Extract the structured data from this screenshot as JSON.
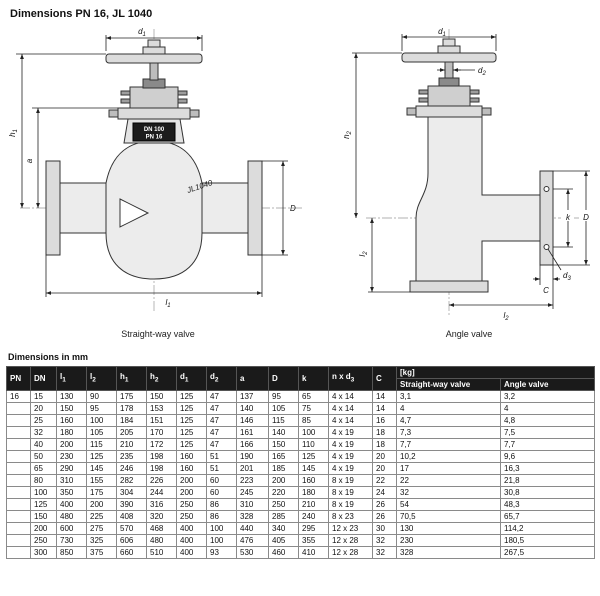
{
  "page": {
    "title": "Dimensions PN 16, JL 1040",
    "units_note": "Dimensions in mm"
  },
  "drawings": {
    "straight": {
      "caption": "Straight-way valve",
      "plate_line1": "DN 100",
      "plate_line2": "PN 16",
      "body_mark": "JL1040",
      "labels": {
        "d1": {
          "base": "d",
          "sub": "1"
        },
        "h1": {
          "base": "h",
          "sub": "1"
        },
        "a": {
          "base": "a",
          "sub": ""
        },
        "l1": {
          "base": "l",
          "sub": "1"
        },
        "D": {
          "base": "D",
          "sub": ""
        }
      }
    },
    "angle": {
      "caption": "Angle valve",
      "labels": {
        "d1": {
          "base": "d",
          "sub": "1"
        },
        "d2": {
          "base": "d",
          "sub": "2"
        },
        "h2": {
          "base": "h",
          "sub": "2"
        },
        "l2_side": {
          "base": "l",
          "sub": "2"
        },
        "l2_bottom": {
          "base": "l",
          "sub": "2"
        },
        "k": {
          "base": "k",
          "sub": ""
        },
        "D": {
          "base": "D",
          "sub": ""
        },
        "d3": {
          "base": "d",
          "sub": "3"
        },
        "C": {
          "base": "C",
          "sub": ""
        }
      }
    }
  },
  "table": {
    "columns": [
      {
        "base": "PN",
        "sub": ""
      },
      {
        "base": "DN",
        "sub": ""
      },
      {
        "base": "l",
        "sub": "1"
      },
      {
        "base": "l",
        "sub": "2"
      },
      {
        "base": "h",
        "sub": "1"
      },
      {
        "base": "h",
        "sub": "2"
      },
      {
        "base": "d",
        "sub": "1"
      },
      {
        "base": "d",
        "sub": "2"
      },
      {
        "base": "a",
        "sub": ""
      },
      {
        "base": "D",
        "sub": ""
      },
      {
        "base": "k",
        "sub": ""
      },
      {
        "base": "n x d",
        "sub": "3"
      },
      {
        "base": "C",
        "sub": ""
      },
      {
        "base": "[kg]",
        "sub": ""
      }
    ],
    "kg_subcolumns": [
      "Straight-way valve",
      "Angle valve"
    ],
    "rows": [
      [
        "16",
        "15",
        "130",
        "90",
        "175",
        "150",
        "125",
        "47",
        "137",
        "95",
        "65",
        "4 x 14",
        "14",
        "3,1",
        "3,2"
      ],
      [
        "",
        "20",
        "150",
        "95",
        "178",
        "153",
        "125",
        "47",
        "140",
        "105",
        "75",
        "4 x 14",
        "14",
        "4",
        "4"
      ],
      [
        "",
        "25",
        "160",
        "100",
        "184",
        "151",
        "125",
        "47",
        "146",
        "115",
        "85",
        "4 x 14",
        "16",
        "4,7",
        "4,8"
      ],
      [
        "",
        "32",
        "180",
        "105",
        "205",
        "170",
        "125",
        "47",
        "161",
        "140",
        "100",
        "4 x 19",
        "18",
        "7,3",
        "7,5"
      ],
      [
        "",
        "40",
        "200",
        "115",
        "210",
        "172",
        "125",
        "47",
        "166",
        "150",
        "110",
        "4 x 19",
        "18",
        "7,7",
        "7,7"
      ],
      [
        "",
        "50",
        "230",
        "125",
        "235",
        "198",
        "160",
        "51",
        "190",
        "165",
        "125",
        "4 x 19",
        "20",
        "10,2",
        "9,6"
      ],
      [
        "",
        "65",
        "290",
        "145",
        "246",
        "198",
        "160",
        "51",
        "201",
        "185",
        "145",
        "4 x 19",
        "20",
        "17",
        "16,3"
      ],
      [
        "",
        "80",
        "310",
        "155",
        "282",
        "226",
        "200",
        "60",
        "223",
        "200",
        "160",
        "8 x 19",
        "22",
        "22",
        "21,8"
      ],
      [
        "",
        "100",
        "350",
        "175",
        "304",
        "244",
        "200",
        "60",
        "245",
        "220",
        "180",
        "8 x 19",
        "24",
        "32",
        "30,8"
      ],
      [
        "",
        "125",
        "400",
        "200",
        "390",
        "316",
        "250",
        "86",
        "310",
        "250",
        "210",
        "8 x 19",
        "26",
        "54",
        "48,3"
      ],
      [
        "",
        "150",
        "480",
        "225",
        "408",
        "320",
        "250",
        "86",
        "328",
        "285",
        "240",
        "8 x 23",
        "26",
        "70,5",
        "65,7"
      ],
      [
        "",
        "200",
        "600",
        "275",
        "570",
        "468",
        "400",
        "100",
        "440",
        "340",
        "295",
        "12 x 23",
        "30",
        "130",
        "114,2"
      ],
      [
        "",
        "250",
        "730",
        "325",
        "606",
        "480",
        "400",
        "100",
        "476",
        "405",
        "355",
        "12 x 28",
        "32",
        "230",
        "180,5"
      ],
      [
        "",
        "300",
        "850",
        "375",
        "660",
        "510",
        "400",
        "93",
        "530",
        "460",
        "410",
        "12 x 28",
        "32",
        "328",
        "267,5"
      ]
    ]
  }
}
